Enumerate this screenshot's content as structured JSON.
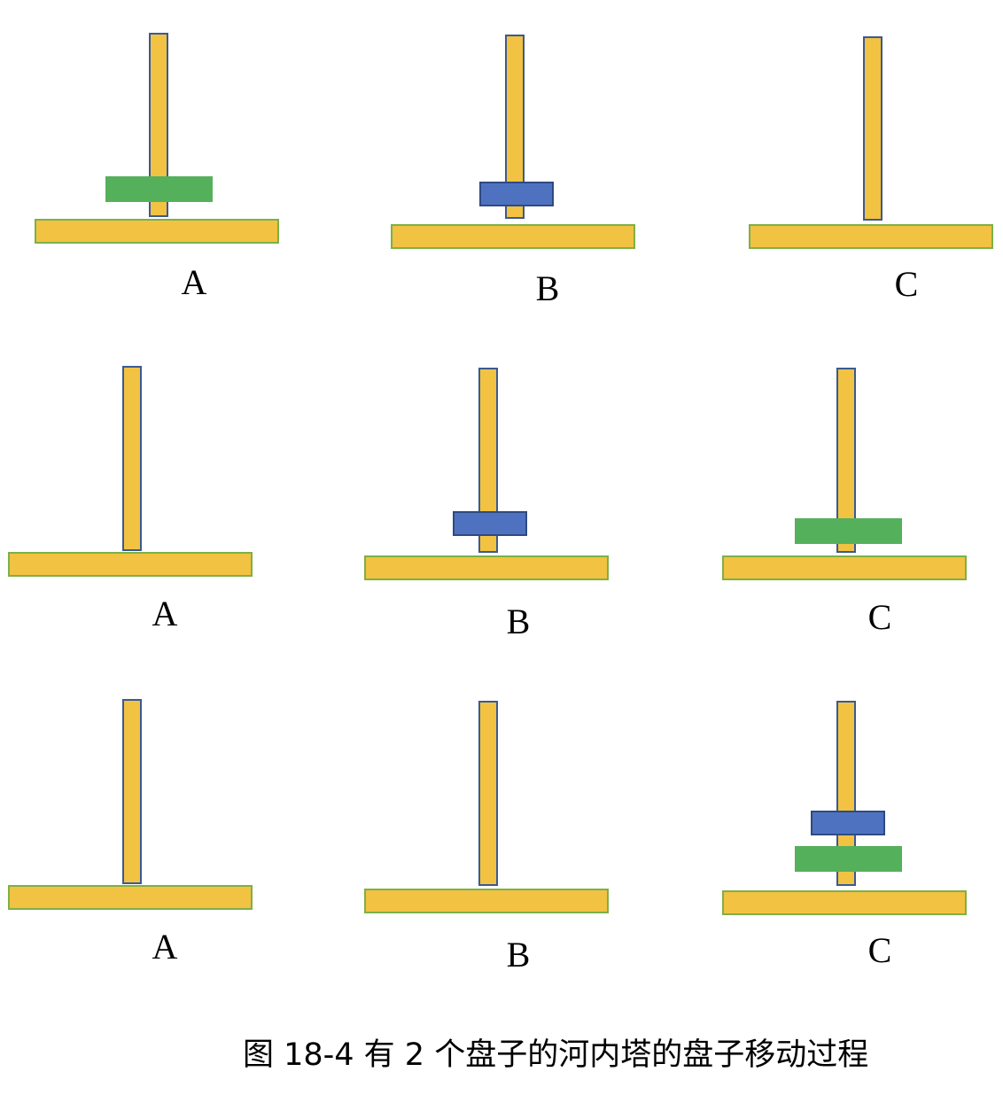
{
  "rows": [
    {
      "pegs": [
        {
          "label": "A"
        },
        {
          "label": "B"
        },
        {
          "label": "C"
        }
      ]
    },
    {
      "pegs": [
        {
          "label": "A"
        },
        {
          "label": "B"
        },
        {
          "label": "C"
        }
      ]
    },
    {
      "pegs": [
        {
          "label": "A"
        },
        {
          "label": "B"
        },
        {
          "label": "C"
        }
      ]
    }
  ],
  "caption": "图 18-4 有 2 个盘子的河内塔的盘子移动过程",
  "colors": {
    "peg_fill": "#f2c242",
    "peg_border": "#3a5a92",
    "base_border": "#7db047",
    "large_disk": "#55b05c",
    "small_disk": "#4f72c0"
  }
}
